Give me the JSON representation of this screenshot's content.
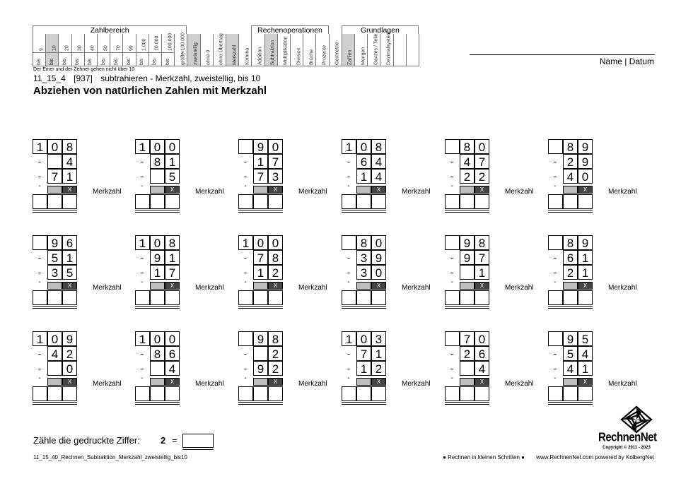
{
  "header": {
    "groups": {
      "zahlbereich": "Zahlbereich",
      "rechenoperationen": "Rechenoperationen",
      "grundlagen": "Grundlagen"
    },
    "zahlbereich_cols": [
      {
        "top": "9",
        "bot": "bis",
        "shaded": false
      },
      {
        "top": "10",
        "bot": "bis",
        "shaded": true
      },
      {
        "top": "20",
        "bot": "bis",
        "shaded": false
      },
      {
        "top": "30",
        "bot": "bis",
        "shaded": false
      },
      {
        "top": "40",
        "bot": "bis",
        "shaded": false
      },
      {
        "top": "50",
        "bot": "bis",
        "shaded": false
      },
      {
        "top": "70",
        "bot": "bis",
        "shaded": false
      },
      {
        "top": "99",
        "bot": "bis",
        "shaded": false
      },
      {
        "top": "1.000",
        "bot": "bis",
        "shaded": false
      },
      {
        "top": "10.000",
        "bot": "bis",
        "shaded": false
      },
      {
        "top": "100.000",
        "bot": "bis",
        "shaded": false
      },
      {
        "top": "größer100.000",
        "bot": "",
        "shaded": false
      }
    ],
    "feature_cols": [
      {
        "label": "zweistellig",
        "shaded": true
      },
      {
        "label": "ohne 0",
        "shaded": false
      },
      {
        "label": "ohne Übertrag",
        "shaded": false
      },
      {
        "label": "Merkzahl",
        "shaded": true
      },
      {
        "label": "Komma",
        "shaded": false
      }
    ],
    "operation_cols": [
      {
        "label": "Addition",
        "shaded": false
      },
      {
        "label": "Subtraktion",
        "shaded": true
      },
      {
        "label": "Multiplikation",
        "shaded": false
      },
      {
        "label": "Division",
        "shaded": false
      },
      {
        "label": "Brüche",
        "shaded": false
      },
      {
        "label": "Prozente",
        "shaded": false
      }
    ],
    "geometry_col": {
      "label": "Geometrie",
      "shaded": false
    },
    "grundlagen_cols": [
      {
        "label": "Zahlen",
        "shaded": true
      },
      {
        "label": "Mengen",
        "shaded": false
      },
      {
        "label": "Ganzes / Teile",
        "shaded": false
      },
      {
        "label": "Dezimalsystem",
        "shaded": false
      }
    ],
    "note": "Der Einer und der Zehner gehen nicht über 10",
    "code": "11_15_4",
    "number": "[937]",
    "subtitle": "subtrahieren - Merkzahl, zweistellig, bis 10",
    "title": "Abziehen von natürlichen Zahlen mit Merkzahl",
    "name_date": "Name | Datum"
  },
  "problems": [
    {
      "a": [
        "1",
        "0",
        "8"
      ],
      "b": [
        "",
        "",
        "4"
      ],
      "c": [
        "",
        "7",
        "1"
      ]
    },
    {
      "a": [
        "1",
        "0",
        "0"
      ],
      "b": [
        "",
        "8",
        "1"
      ],
      "c": [
        "",
        "",
        "5"
      ]
    },
    {
      "a": [
        "",
        "9",
        "0"
      ],
      "b": [
        "",
        "1",
        "7"
      ],
      "c": [
        "",
        "7",
        "3"
      ]
    },
    {
      "a": [
        "1",
        "0",
        "8"
      ],
      "b": [
        "",
        "6",
        "4"
      ],
      "c": [
        "",
        "1",
        "4"
      ]
    },
    {
      "a": [
        "",
        "8",
        "0"
      ],
      "b": [
        "",
        "4",
        "7"
      ],
      "c": [
        "",
        "2",
        "2"
      ]
    },
    {
      "a": [
        "",
        "8",
        "9"
      ],
      "b": [
        "",
        "2",
        "9"
      ],
      "c": [
        "",
        "4",
        "0"
      ]
    },
    {
      "a": [
        "",
        "9",
        "6"
      ],
      "b": [
        "",
        "5",
        "1"
      ],
      "c": [
        "",
        "3",
        "5"
      ]
    },
    {
      "a": [
        "1",
        "0",
        "8"
      ],
      "b": [
        "",
        "9",
        "1"
      ],
      "c": [
        "",
        "1",
        "7"
      ]
    },
    {
      "a": [
        "1",
        "0",
        "0"
      ],
      "b": [
        "",
        "7",
        "8"
      ],
      "c": [
        "",
        "1",
        "2"
      ]
    },
    {
      "a": [
        "",
        "8",
        "0"
      ],
      "b": [
        "",
        "3",
        "9"
      ],
      "c": [
        "",
        "3",
        "0"
      ]
    },
    {
      "a": [
        "",
        "9",
        "8"
      ],
      "b": [
        "",
        "9",
        "7"
      ],
      "c": [
        "",
        "",
        "1"
      ]
    },
    {
      "a": [
        "",
        "8",
        "9"
      ],
      "b": [
        "",
        "6",
        "1"
      ],
      "c": [
        "",
        "2",
        "1"
      ]
    },
    {
      "a": [
        "1",
        "0",
        "9"
      ],
      "b": [
        "",
        "4",
        "2"
      ],
      "c": [
        "",
        "",
        "0"
      ]
    },
    {
      "a": [
        "1",
        "0",
        "0"
      ],
      "b": [
        "",
        "8",
        "6"
      ],
      "c": [
        "",
        "",
        "4"
      ]
    },
    {
      "a": [
        "",
        "9",
        "8"
      ],
      "b": [
        "",
        "",
        "2"
      ],
      "c": [
        "",
        "9",
        "2"
      ]
    },
    {
      "a": [
        "1",
        "0",
        "3"
      ],
      "b": [
        "",
        "7",
        "1"
      ],
      "c": [
        "",
        "1",
        "2"
      ]
    },
    {
      "a": [
        "",
        "7",
        "0"
      ],
      "b": [
        "",
        "2",
        "6"
      ],
      "c": [
        "",
        "",
        "4"
      ]
    },
    {
      "a": [
        "",
        "9",
        "5"
      ],
      "b": [
        "",
        "5",
        "4"
      ],
      "c": [
        "",
        "4",
        "1"
      ]
    }
  ],
  "labels": {
    "minus": "-",
    "x_mark": "X",
    "merkzahl": "Merkzahl"
  },
  "footer": {
    "count_label": "Zähle die gedruckte Ziffer:",
    "count_digit": "2",
    "count_eq": "=",
    "file_name": "11_15_40_Rechnen_Subtraktion_Merkzahl_zweistellig_bis10",
    "slogan": "● Rechnen in kleinen Schritten ●",
    "website": "www.RechnenNet.com powered by KolbergNet",
    "logo_text": "RechnenNet",
    "copyright": "Copyright © 2011 - 2023"
  },
  "colors": {
    "shade": "#cfcfcf",
    "grey_cell": "#bdbdbd",
    "dark_cell": "#444444"
  }
}
